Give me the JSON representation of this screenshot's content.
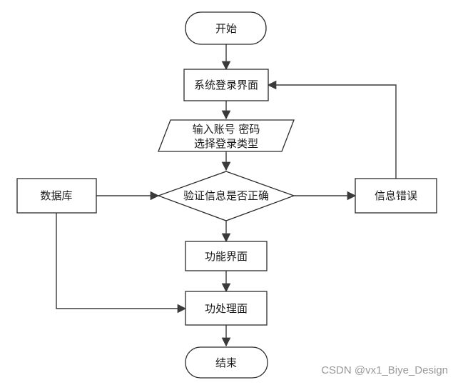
{
  "nodes": {
    "start": "开始",
    "login_page": "系统登录界面",
    "input_line1": "输入账号 密码",
    "input_line2": "选择登录类型",
    "verify": "验证信息是否正确",
    "database": "数据库",
    "error": "信息错误",
    "function_page": "功能界面",
    "process_page": "功处理面",
    "end": "结束"
  },
  "watermark": "CSDN @vx1_Biye_Design"
}
